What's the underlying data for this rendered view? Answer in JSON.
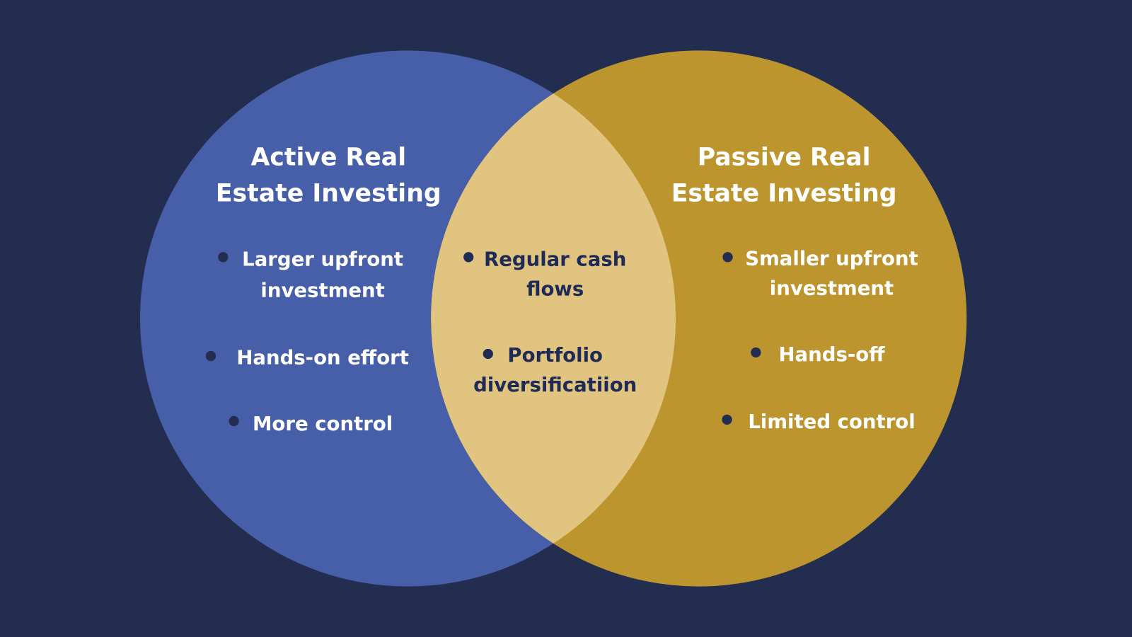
{
  "colors": {
    "background": "#222d50",
    "active": "#475ea8",
    "passive": "#bd952e",
    "overlap": "#e0c47f",
    "dark_text": "#1f2b55"
  },
  "active": {
    "title": [
      "Active Real",
      "Estate Investing"
    ],
    "items": [
      [
        "Larger upfront",
        "investment"
      ],
      [
        "Hands-on effort"
      ],
      [
        "More control"
      ]
    ]
  },
  "overlap": {
    "items": [
      [
        "Regular cash",
        "flows"
      ],
      [
        "Portfolio",
        "diversificatiion"
      ]
    ]
  },
  "passive": {
    "title": [
      "Passive Real",
      "Estate Investing"
    ],
    "items": [
      [
        "Smaller upfront",
        "investment"
      ],
      [
        "Hands-off"
      ],
      [
        "Limited control"
      ]
    ]
  }
}
